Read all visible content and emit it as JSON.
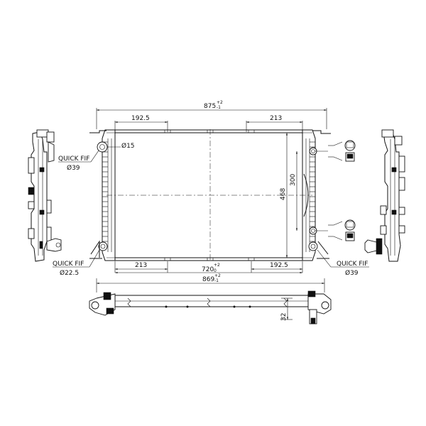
{
  "drawing": {
    "overall_width": {
      "value": "875",
      "tol_upper": "+2",
      "tol_lower": "-1"
    },
    "core_width": {
      "value": "720",
      "tol_upper": "+2",
      "tol_lower": "0"
    },
    "bottom_width": {
      "value": "869",
      "tol_upper": "+2",
      "tol_lower": "-1"
    },
    "top_left_offset": "192.5",
    "top_right_offset": "213",
    "bottom_left_offset": "213",
    "bottom_right_offset": "192.5",
    "core_height": "468",
    "port_spacing": "300",
    "thickness": "32",
    "mount_hole": "Ø15",
    "fitting_top_left": {
      "label": "QUICK FIF",
      "size": "Ø39"
    },
    "fitting_bottom_left": {
      "label": "QUICK FIF",
      "size": "Ø22.5"
    },
    "fitting_bottom_right": {
      "label": "QUICK FIF",
      "size": "Ø39"
    }
  }
}
